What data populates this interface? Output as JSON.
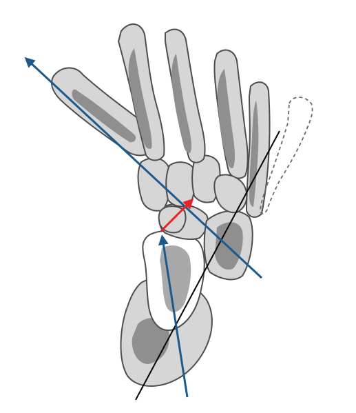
{
  "diagram": {
    "type": "foot-skeleton-axes-illustration",
    "colors": {
      "bone_fill": "#d6d6d6",
      "bone_outline": "#4d4d4d",
      "bone_core": "#8f8f8f",
      "primary_axis": "#1c5a8c",
      "secondary_axis": "#000000",
      "highlight_vector": "#e8202a"
    },
    "elements": [
      "metatarsal-axis-arrow",
      "hindfoot-axis-arrow",
      "reference-line",
      "joint-vector-arrow",
      "absent-toe-outline"
    ]
  }
}
